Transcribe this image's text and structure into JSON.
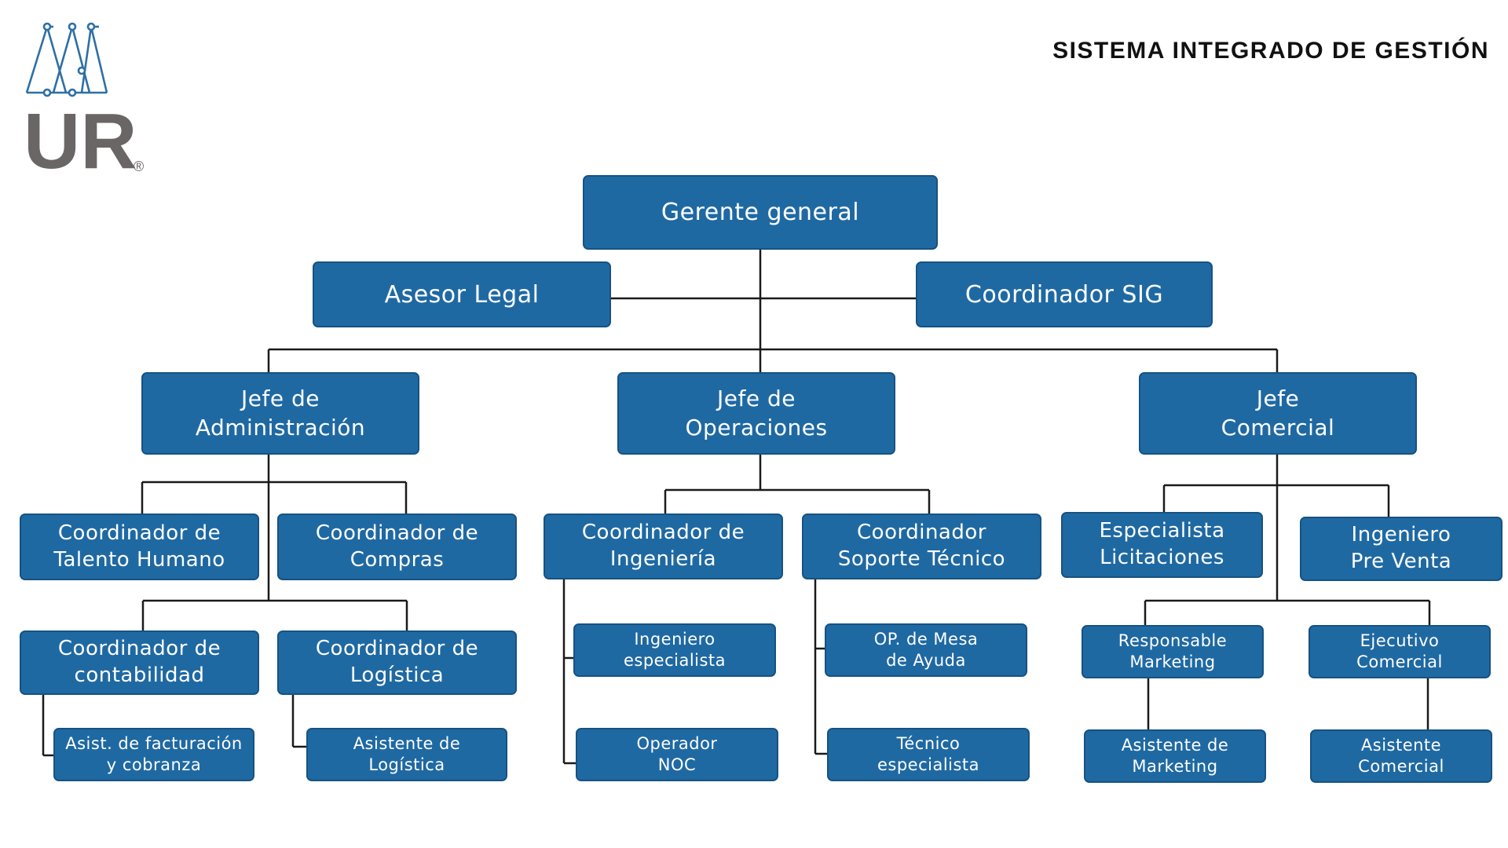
{
  "header": {
    "title": "SISTEMA INTEGRADO DE GESTIÓN"
  },
  "logo": {
    "text": "UR",
    "registered_mark": "®"
  },
  "colors": {
    "box_fill": "#1f69a3",
    "box_border": "#165281",
    "box_text": "#ffffff",
    "connector": "#1a1a1a",
    "logo_lines": "#2d6fa6",
    "logo_text": "#6b6666"
  },
  "org": {
    "gerente_general": "Gerente general",
    "asesor_legal": "Asesor Legal",
    "coordinador_sig": "Coordinador SIG",
    "jefe_administracion": "Jefe de\nAdministración",
    "jefe_operaciones": "Jefe de\nOperaciones",
    "jefe_comercial": "Jefe\nComercial",
    "coord_talento_humano": "Coordinador de\nTalento Humano",
    "coord_compras": "Coordinador de\nCompras",
    "coord_contabilidad": "Coordinador de\ncontabilidad",
    "coord_logistica": "Coordinador de\nLogística",
    "asist_facturacion": "Asist. de facturación\ny cobranza",
    "asistente_logistica": "Asistente de\nLogística",
    "coord_ingenieria": "Coordinador de\nIngeniería",
    "coord_soporte": "Coordinador\nSoporte Técnico",
    "ingeniero_especialista": "Ingeniero\nespecialista",
    "operador_noc": "Operador\nNOC",
    "op_mesa_ayuda": "OP. de Mesa\nde Ayuda",
    "tecnico_especialista": "Técnico\nespecialista",
    "especialista_licitaciones": "Especialista\nLicitaciones",
    "ingeniero_pre_venta": "Ingeniero\nPre Venta",
    "responsable_marketing": "Responsable\nMarketing",
    "ejecutivo_comercial": "Ejecutivo\nComercial",
    "asistente_marketing": "Asistente de\nMarketing",
    "asistente_comercial": "Asistente\nComercial"
  }
}
